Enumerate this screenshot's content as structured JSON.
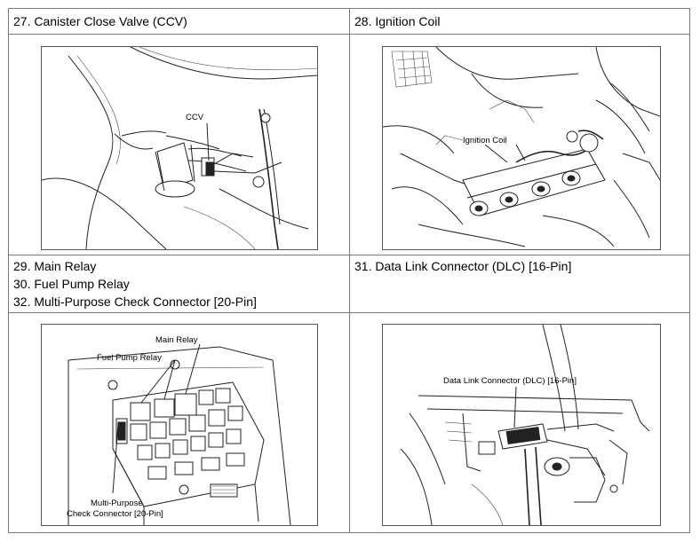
{
  "cells": {
    "ccv": {
      "header": "27. Canister Close Valve (CCV)",
      "callout": "CCV"
    },
    "ignition": {
      "header": "28. Ignition Coil",
      "callout": "Ignition Coil"
    },
    "relays": {
      "header_lines": [
        "29. Main Relay",
        "30. Fuel Pump Relay",
        "32. Multi-Purpose Check Connector [20-Pin]"
      ],
      "callout_main": "Main Relay",
      "callout_fuel": "Fuel Pump Relay",
      "callout_mp_1": "Multi-Purpose",
      "callout_mp_2": "Check Connector [20-Pin]"
    },
    "dlc": {
      "header": "31. Data Link Connector (DLC) [16-Pin]",
      "callout": "Data Link Connector (DLC) [16-Pin]"
    }
  }
}
